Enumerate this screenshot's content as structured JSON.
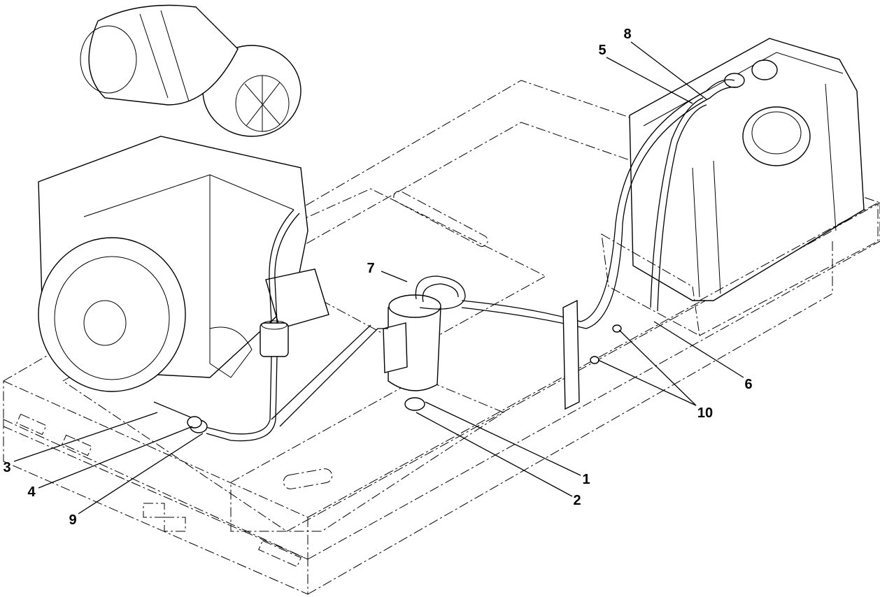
{
  "callouts": [
    {
      "id": "c1",
      "label": "1"
    },
    {
      "id": "c2",
      "label": "2"
    },
    {
      "id": "c3",
      "label": "3"
    },
    {
      "id": "c4",
      "label": "4"
    },
    {
      "id": "c5",
      "label": "5"
    },
    {
      "id": "c6",
      "label": "6"
    },
    {
      "id": "c7",
      "label": "7"
    },
    {
      "id": "c8",
      "label": "8"
    },
    {
      "id": "c9",
      "label": "9"
    },
    {
      "id": "c10",
      "label": "10"
    }
  ],
  "colors": {
    "line": "#000000",
    "background": "#ffffff"
  }
}
